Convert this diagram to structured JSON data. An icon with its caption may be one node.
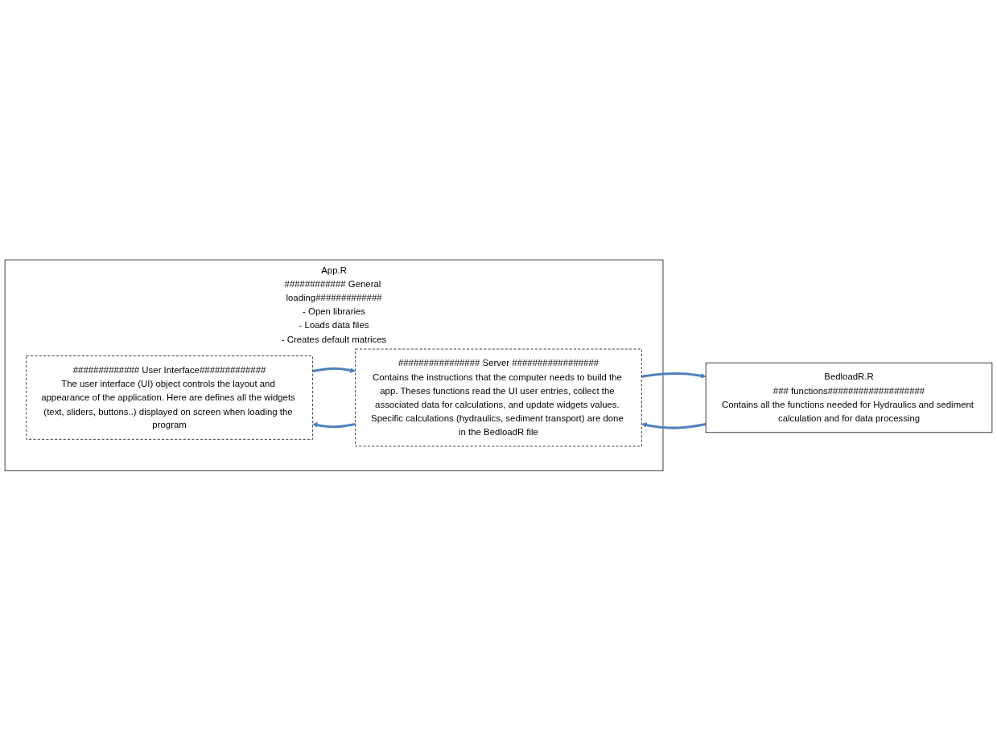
{
  "diagram": {
    "nodes": [
      {
        "text": [
          "App.R",
          "############ General loading#############",
          "- Open libraries",
          "- Loads data files",
          "- Creates default matrices"
        ]
      },
      {
        "text": [
          "############# User Interface#############",
          "The user interface (UI) object controls the layout and appearance of the application. Here are defines all the widgets (text, sliders, buttons..) displayed on screen when loading the program"
        ],
        "in": 0
      },
      {
        "text": [
          "################ Server #################",
          "Contains the instructions that the computer needs to build the app. Theses functions read the UI user entries, collect the associated data for calculations, and update widgets values. Specific calculations (hydraulics, sediment transport) are done in the BedloadR file"
        ],
        "in": 0
      },
      {
        "text": [
          "BedloadR.R",
          "### functions###################",
          "Contains all the functions needed for Hydraulics and sediment calculation and for data processing"
        ]
      }
    ],
    "edges": [
      {
        "from": 2,
        "to": 1,
        "arrow": "to"
      },
      {
        "from": 1,
        "to": 2,
        "arrow": "to"
      },
      {
        "from": 2,
        "to": 3,
        "arrow": "to"
      },
      {
        "from": 3,
        "to": 2,
        "arrow": "to"
      }
    ]
  }
}
